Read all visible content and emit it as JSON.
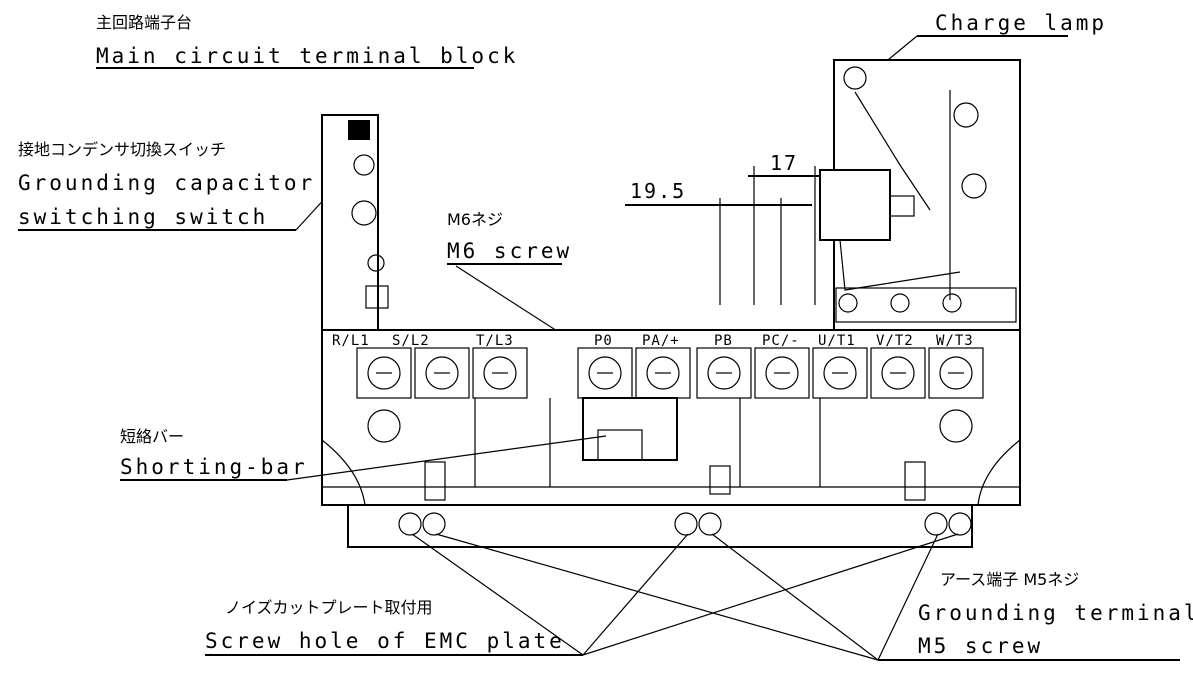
{
  "labels": {
    "main_terminal_jp": "主回路端子台",
    "main_terminal_en": "Main circuit terminal block",
    "charge_lamp": "Charge lamp",
    "grounding_cap_jp": "接地コンデンサ切換スイッチ",
    "grounding_cap_en_1": "Grounding capacitor",
    "grounding_cap_en_2": "switching switch",
    "m6_jp": "M6ネジ",
    "m6_en": "M6 screw",
    "shorting_jp": "短絡バー",
    "shorting_en": "Shorting-bar",
    "emc_jp": "ノイズカットプレート取付用",
    "emc_en": "Screw hole of EMC plate",
    "ground_jp": "アース端子 M5ネジ",
    "ground_en_1": "Grounding terminal",
    "ground_en_2": "M5 screw"
  },
  "dimensions": {
    "d1": "17",
    "d2": "19.5"
  },
  "terminals": [
    "R/L1",
    "S/L2",
    "T/L3",
    "P0",
    "PA/+",
    "PB",
    "PC/-",
    "U/T1",
    "V/T2",
    "W/T3"
  ]
}
